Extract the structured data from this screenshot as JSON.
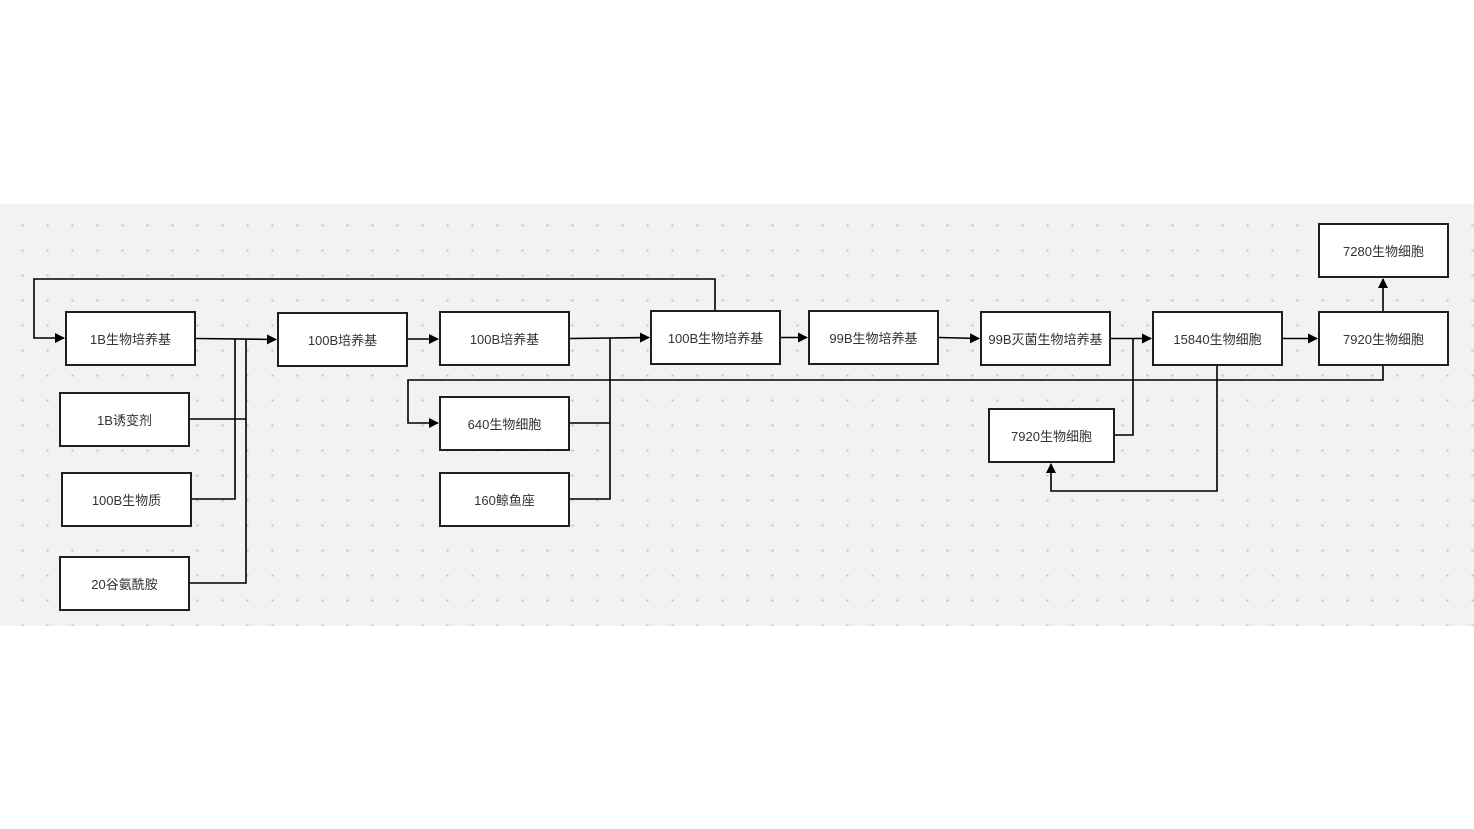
{
  "diagram": {
    "nodes": {
      "n1b_medium": "1B生物培养基",
      "n1b_mutagen": "1B诱变剂",
      "n100b_biomass": "100B生物质",
      "n20_glutamine": "20谷氨酰胺",
      "n100b_base_1": "100B培养基",
      "n100b_base_2": "100B培养基",
      "n640_cells": "640生物细胞",
      "n160_whale": "160鲸鱼座",
      "n100b_bio_medium": "100B生物培养基",
      "n99b_bio_medium": "99B生物培养基",
      "n99b_sterile": "99B灭菌生物培养基",
      "n15840_cells": "15840生物细胞",
      "n7920_cells_a": "7920生物细胞",
      "n7280_cells": "7280生物细胞",
      "n7920_cells_b": "7920生物细胞"
    },
    "edges": [
      [
        "n1b_medium",
        "n100b_base_1"
      ],
      [
        "n1b_mutagen",
        "n100b_base_1"
      ],
      [
        "n100b_biomass",
        "n100b_base_1"
      ],
      [
        "n20_glutamine",
        "n100b_base_1"
      ],
      [
        "n100b_base_1",
        "n100b_base_2"
      ],
      [
        "n100b_base_2",
        "n100b_bio_medium"
      ],
      [
        "n640_cells",
        "n100b_bio_medium"
      ],
      [
        "n160_whale",
        "n100b_bio_medium"
      ],
      [
        "n100b_bio_medium",
        "n1b_medium"
      ],
      [
        "n100b_bio_medium",
        "n99b_bio_medium"
      ],
      [
        "n99b_bio_medium",
        "n99b_sterile"
      ],
      [
        "n99b_sterile",
        "n15840_cells"
      ],
      [
        "n7920_cells_b",
        "n15840_cells"
      ],
      [
        "n15840_cells",
        "n7920_cells_a"
      ],
      [
        "n15840_cells",
        "n7920_cells_b"
      ],
      [
        "n7920_cells_a",
        "n7280_cells"
      ],
      [
        "n7920_cells_a",
        "n640_cells"
      ]
    ],
    "colors": {
      "canvas": "#f2f2f4",
      "grid_dot": "#c4c4c8",
      "node_border": "#1f1f1f",
      "node_fill": "#ffffff",
      "text": "#333333",
      "connector": "#000000"
    }
  }
}
